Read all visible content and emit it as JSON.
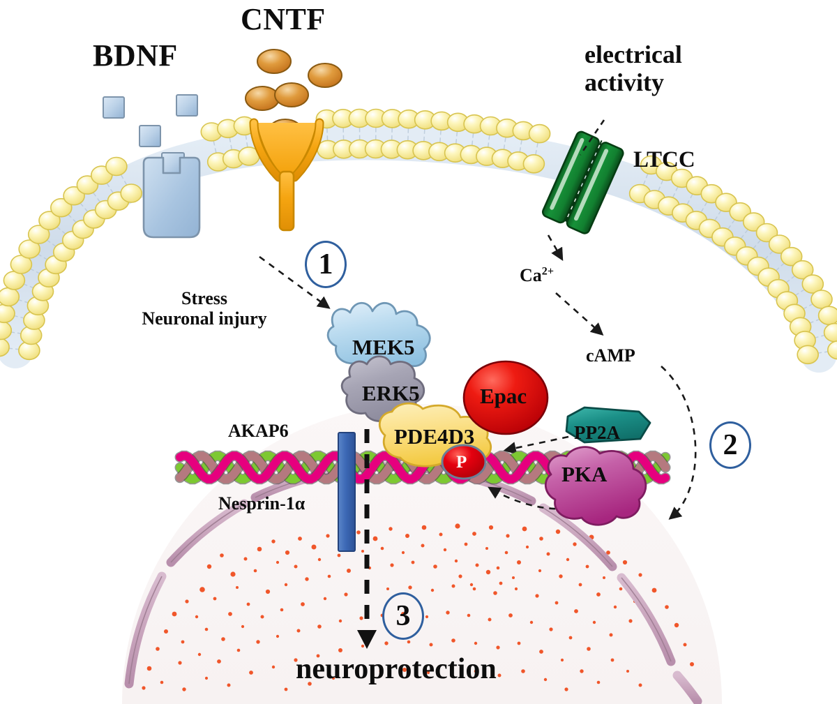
{
  "figure": {
    "title": "AKAP6 neuroprotection signalling pathway",
    "type": "biological-pathway-diagram"
  },
  "extracellular": {
    "ligands": [
      {
        "name": "BDNF",
        "label": "BDNF",
        "glyph": "blue-square",
        "color": "#a8c4e0",
        "count": 4
      },
      {
        "name": "CNTF",
        "label": "CNTF",
        "glyph": "orange-ellipse",
        "color": "#d98724",
        "count": 5
      }
    ],
    "stimulus": {
      "label": "electrical activity",
      "line1": "electrical",
      "line2": "activity"
    }
  },
  "membrane": {
    "name": "plasma-membrane",
    "head_color": "#f7eda0",
    "tail_color": "#ccdae8",
    "receptors": [
      {
        "name": "BDNF receptor",
        "label": "",
        "color": "#a8c4e0",
        "shape": "notched-rectangle"
      },
      {
        "name": "CNTF receptor",
        "label": "",
        "color": "#f5a511",
        "shape": "Y-shape"
      },
      {
        "name": "LTCC",
        "label": "LTCC",
        "color": "#137a30",
        "shape": "channel-bars"
      }
    ]
  },
  "messengers": {
    "calcium": "Ca2+",
    "calcium_base": "Ca",
    "calcium_sup": "2+",
    "camp": "cAMP"
  },
  "cytosol": {
    "stress_line1": "Stress",
    "stress_line2": "Neuronal injury",
    "proteins": [
      {
        "name": "MEK5",
        "label": "MEK5",
        "color": "#b9d6ea",
        "shape": "blob"
      },
      {
        "name": "ERK5",
        "label": "ERK5",
        "color": "#a7a5b5",
        "shape": "blob"
      },
      {
        "name": "PDE4D3",
        "label": "PDE4D3",
        "color": "#fbe088",
        "shape": "blob"
      },
      {
        "name": "Epac",
        "label": "Epac",
        "color": "#e4000f",
        "shape": "circle"
      },
      {
        "name": "PP2A",
        "label": "PP2A",
        "color": "#1b8f87",
        "shape": "hexagon"
      },
      {
        "name": "PKA",
        "label": "PKA",
        "color": "#c04a9a",
        "shape": "blob"
      },
      {
        "name": "phospho-group",
        "label": "P",
        "color": "#e4000f",
        "shape": "oval"
      }
    ]
  },
  "scaffold": {
    "akap6_label": "AKAP6",
    "nesprin_label": "Nesprin-1α",
    "strand_colors": [
      "#7dc832",
      "#b5797f",
      "#e6007e"
    ],
    "nesprin_color": "#3c68b5"
  },
  "nucleus": {
    "envelope_color": "#c9a5bd",
    "interior_color": "#faf6f6",
    "chromatin_color": "#f0562a"
  },
  "outcome": {
    "label": "neuroprotection"
  },
  "steps": [
    {
      "id": "1",
      "label": "1"
    },
    {
      "id": "2",
      "label": "2"
    },
    {
      "id": "3",
      "label": "3"
    }
  ],
  "colors": {
    "step_ring": "#2f5f9e",
    "arrow": "#1a1a1a",
    "text": "#0d0d0d"
  }
}
